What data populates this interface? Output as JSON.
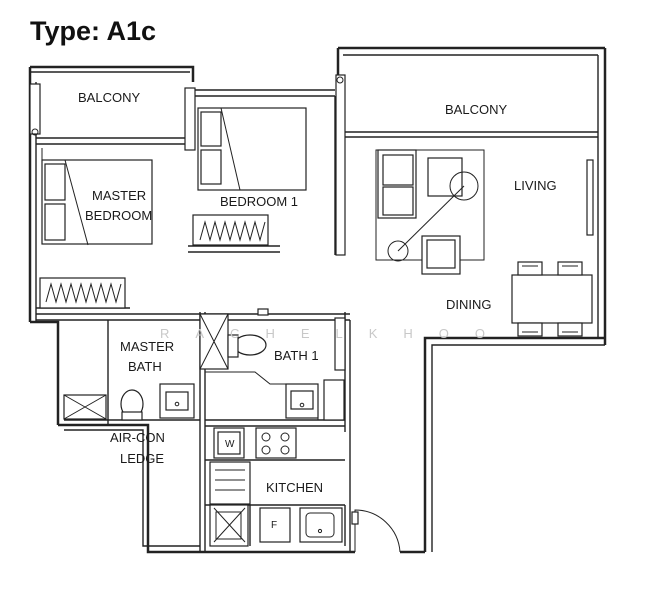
{
  "title": "Type: A1c",
  "rooms": {
    "balcony_left": "BALCONY",
    "balcony_right": "BALCONY",
    "master_bedroom_line1": "MASTER",
    "master_bedroom_line2": "BEDROOM",
    "bedroom1": "BEDROOM 1",
    "living": "LIVING",
    "dining": "DINING",
    "master_bath_line1": "MASTER",
    "master_bath_line2": "BATH",
    "bath1": "BATH 1",
    "aircon_line1": "AIR-CON",
    "aircon_line2": "LEDGE",
    "kitchen": "KITCHEN"
  },
  "fixtures": {
    "washer": "W",
    "fridge": "F"
  },
  "watermark": "RACHELKHOO"
}
